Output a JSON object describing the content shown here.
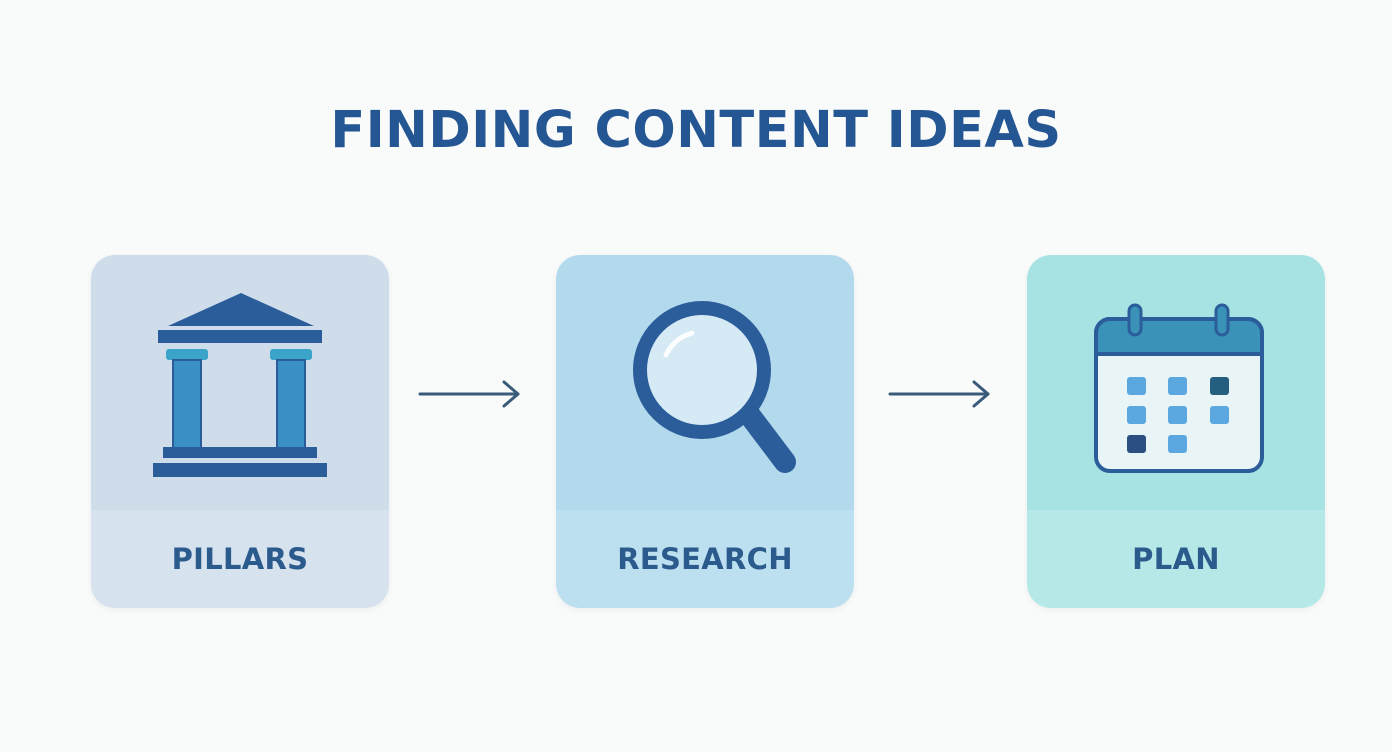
{
  "title": "FINDING CONTENT IDEAS",
  "steps": [
    {
      "label": "PILLARS",
      "icon": "pillars-icon"
    },
    {
      "label": "RESEARCH",
      "icon": "magnifying-glass-icon"
    },
    {
      "label": "PLAN",
      "icon": "calendar-icon"
    }
  ],
  "colors": {
    "title": "#245694",
    "label": "#2b5a8c",
    "arrow": "#3a5a7a",
    "icon_dark": "#2a5d9a",
    "icon_teal": "#3aa5c8",
    "pillars_bg": "#cfdcea",
    "research_bg": "#b3d9ed",
    "plan_bg": "#a6e3e2"
  }
}
